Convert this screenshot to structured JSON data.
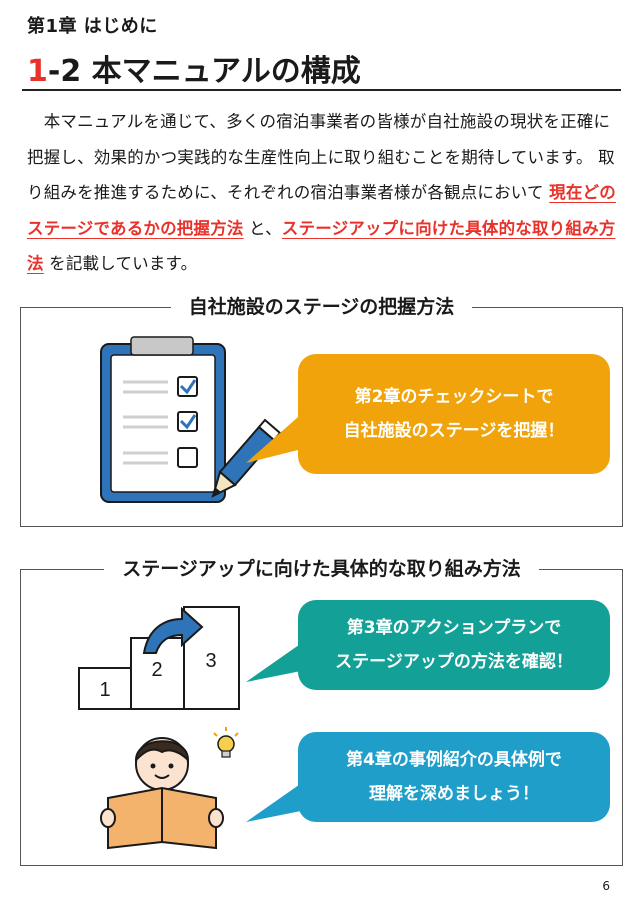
{
  "header": {
    "chapter": "第1章 はじめに",
    "title_num_red": "1",
    "title_rest": "-2 本マニュアルの構成"
  },
  "intro": {
    "text_1": "本マニュアルを通じて、多くの宿泊事業者の皆様が自社施設の現状を正確に把握し、効果的かつ実践的な生産性向上に取り組むことを期待しています。 取り組みを推進するために、それぞれの宿泊事業者様が各観点において ",
    "highlight_1": "現在どのステージであるかの把握方法",
    "text_2": " と、",
    "highlight_2": "ステージアップに向けた具体的な取り組み方法",
    "text_3": " を記載しています。"
  },
  "section1": {
    "title": "自社施設のステージの把握方法",
    "bubble_line1": "第2章のチェックシートで",
    "bubble_line2": "自社施設のステージを把握！"
  },
  "section2": {
    "title": "ステージアップに向けた具体的な取り組み方法",
    "steps": [
      "1",
      "2",
      "3"
    ],
    "bubble1_line1": "第3章のアクションプランで",
    "bubble1_line2": "ステージアップの方法を確認！",
    "bubble2_line1": "第4章の事例紹介の具体例で",
    "bubble2_line2": "理解を深めましょう！"
  },
  "colors": {
    "accent_red": "#e8322a",
    "bubble_orange": "#f0a30a",
    "bubble_teal": "#13a096",
    "bubble_blue": "#1e9ec8",
    "clipboard_blue": "#2f74b8"
  },
  "icons": [
    "clipboard-checklist-icon",
    "pencil-icon",
    "stairs-icon",
    "up-arrow-icon",
    "reading-person-icon",
    "lightbulb-icon"
  ],
  "page_number": "6"
}
